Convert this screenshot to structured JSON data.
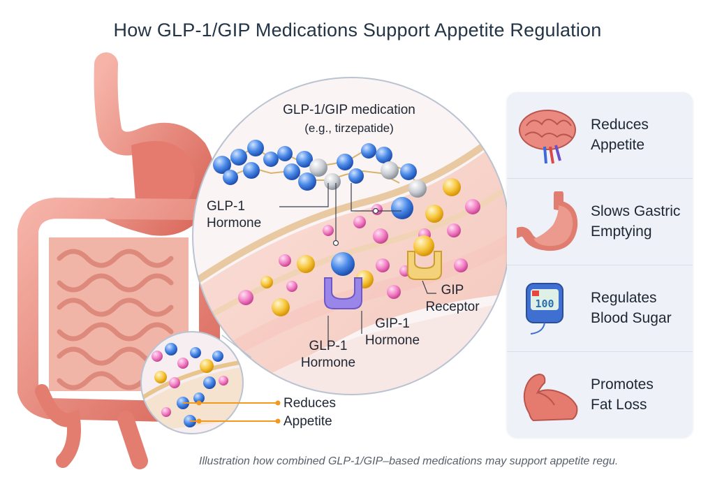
{
  "title": "How GLP-1/GIP Medications Support Appetite Regulation",
  "diagram": {
    "medication_label": "GLP-1/GIP medication",
    "medication_example": "(e.g., tirzepatide)",
    "glp1_hormone_left": [
      "GLP-1",
      "Hormone"
    ],
    "glp1_hormone_bottom": [
      "GLP-1",
      "Hormone"
    ],
    "gip1_hormone": [
      "GIP-1",
      "Hormone"
    ],
    "gip_receptor": [
      "GIP",
      "Receptor"
    ],
    "inset_labels": [
      "Reduces",
      "Appetite"
    ]
  },
  "effects": [
    {
      "icon": "brain-icon",
      "line1": "Reduces",
      "line2": "Appetite"
    },
    {
      "icon": "stomach-icon",
      "line1": "Slows Gastric",
      "line2": "Emptying"
    },
    {
      "icon": "glucose-meter-icon",
      "line1": "Regulates",
      "line2": "Blood Sugar",
      "meter_text": "100"
    },
    {
      "icon": "flexed-arm-icon",
      "line1": "Promotes",
      "line2": "Fat Loss"
    }
  ],
  "caption": "Illustration how combined GLP-1/GIP–based medications may support appetite regu.",
  "colors": {
    "title": "#243447",
    "panel_bg": "#eef2f8",
    "tissue": "#e78a7e",
    "molecule_blue": "#3d7fe0",
    "molecule_gray": "#c9cdd3",
    "molecule_pink": "#f27fc4",
    "molecule_yellow": "#f6c53a",
    "receptor_purple": "#9a86e8",
    "receptor_yellow": "#f3d27a",
    "connector_orange": "#f39a1e"
  }
}
